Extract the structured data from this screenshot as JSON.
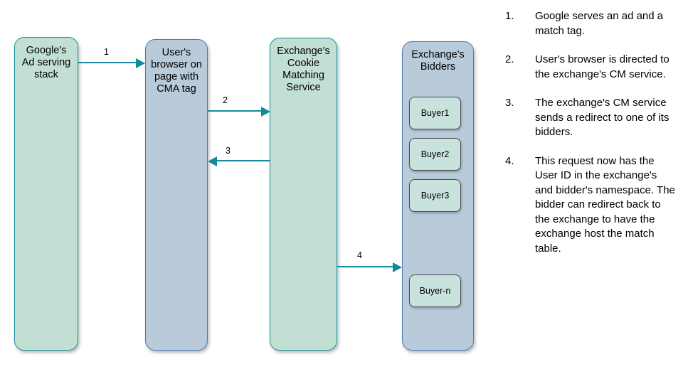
{
  "diagram": {
    "lanes": [
      {
        "id": "google",
        "label": "Google's\nAd serving\nstack",
        "fill": "#c2dfd3",
        "stroke": "#1a8f9e"
      },
      {
        "id": "browser",
        "label": "User's\nbrowser on\npage with\nCMA tag",
        "fill": "#b9cbdb",
        "stroke": "#4a79b8"
      },
      {
        "id": "cms",
        "label": "Exchange's\nCookie\nMatching\nService",
        "fill": "#c2dfd3",
        "stroke": "#1a8f9e"
      },
      {
        "id": "bidders",
        "label": "Exchange's\nBidders",
        "fill": "#b9cbdb",
        "stroke": "#4a79b8"
      }
    ],
    "buyers": [
      {
        "id": "buyer-1",
        "label": "Buyer1"
      },
      {
        "id": "buyer-2",
        "label": "Buyer2"
      },
      {
        "id": "buyer-3",
        "label": "Buyer3"
      },
      {
        "id": "buyer-n",
        "label": "Buyer-n"
      }
    ],
    "arrows": [
      {
        "id": "arrow-1",
        "label": "1",
        "direction": "right",
        "from": "google",
        "to": "browser"
      },
      {
        "id": "arrow-2",
        "label": "2",
        "direction": "right",
        "from": "browser",
        "to": "cms"
      },
      {
        "id": "arrow-3",
        "label": "3",
        "direction": "left",
        "from": "cms",
        "to": "browser"
      },
      {
        "id": "arrow-4",
        "label": "4",
        "direction": "right",
        "from": "cms",
        "to": "bidders"
      }
    ],
    "arrow_color": "#128a9b"
  },
  "legend": {
    "items": [
      {
        "num": "1.",
        "text": "Google serves an ad and a match tag."
      },
      {
        "num": "2.",
        "text": "User's browser is directed to the exchange's CM service."
      },
      {
        "num": "3.",
        "text": "The exchange's CM service sends a redirect to one of its bidders."
      },
      {
        "num": "4.",
        "text": "This request now has the User ID in the exchange's and bidder's namespace. The bidder can redirect back to the exchange to have the exchange host the match table."
      }
    ]
  }
}
